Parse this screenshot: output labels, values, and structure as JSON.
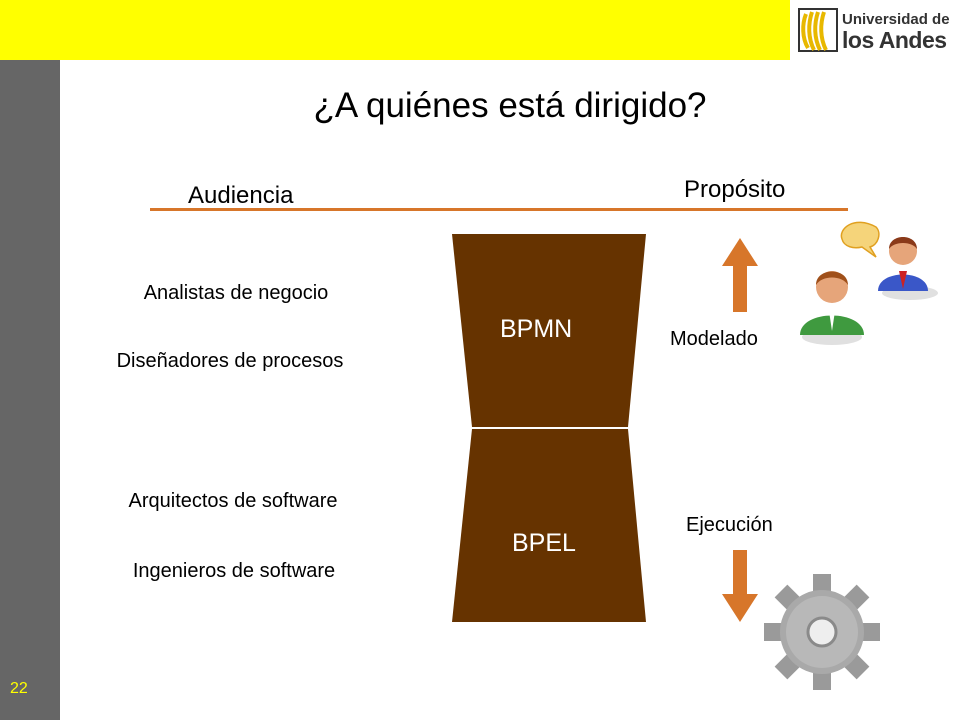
{
  "header": {
    "logo": {
      "line1": "Universidad de",
      "line2": "los Andes"
    }
  },
  "slide": {
    "title": "¿A quiénes está dirigido?",
    "page_number": "22"
  },
  "columns": {
    "audience_heading": "Audiencia",
    "purpose_heading": "Propósito"
  },
  "audience": {
    "top": [
      "Analistas de negocio",
      "Diseñadores de procesos"
    ],
    "bottom": [
      "Arquitectos de software",
      "Ingenieros de software"
    ]
  },
  "hourglass": {
    "top_label": "BPMN",
    "bottom_label": "BPEL",
    "color": "#663300"
  },
  "purpose": {
    "modeling": "Modelado",
    "execution": "Ejecución"
  },
  "colors": {
    "top_bar": "#ffff00",
    "sidebar": "#666666",
    "accent": "#d7762a",
    "page_number": "#ffff00"
  },
  "icons": [
    "people-talking-icon",
    "gear-icon",
    "arrow-up-icon",
    "arrow-down-icon"
  ]
}
